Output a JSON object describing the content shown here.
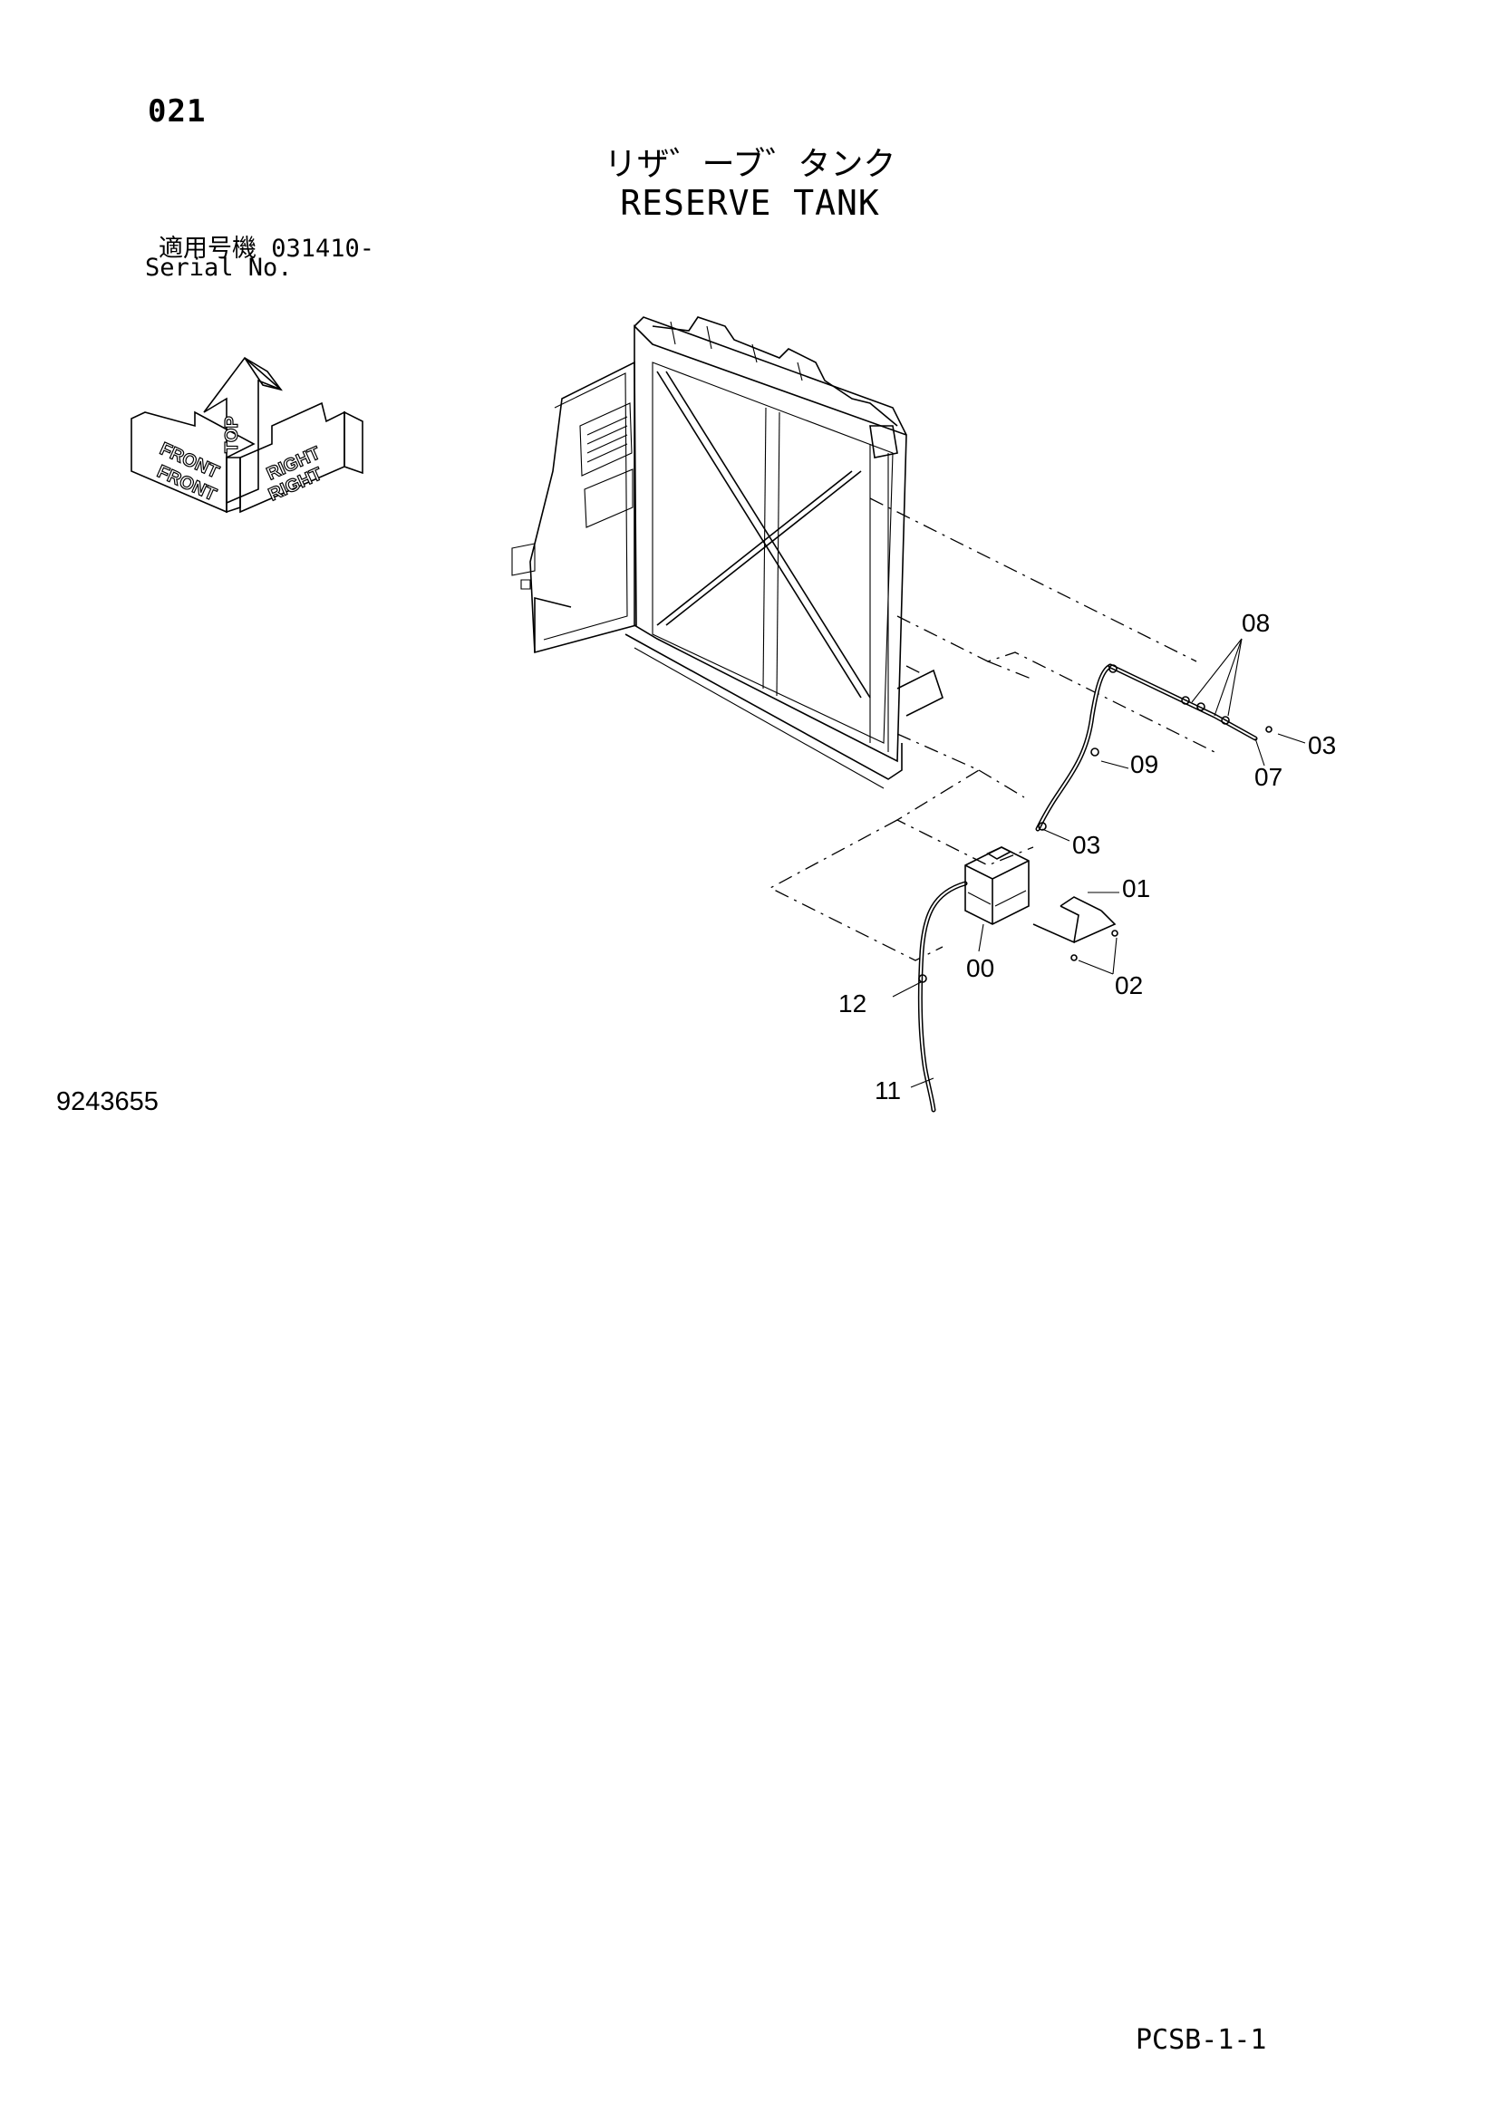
{
  "page_number": "021",
  "title_jp": "リザ゛ーブ゛タンク",
  "title_en": "RESERVE TANK",
  "serial_label_jp": "適用号機  031410-",
  "serial_label_en": "Serial No.",
  "figure_number": "9243655",
  "page_code": "PCSB-1-1",
  "orientation_arrow": {
    "front": "FRONT",
    "top": "TOP",
    "right": "RIGHT"
  },
  "part_labels": {
    "p00": "00",
    "p01": "01",
    "p02": "02",
    "p03_upper": "03",
    "p03_lower": "03",
    "p07": "07",
    "p08": "08",
    "p09": "09",
    "p11": "11",
    "p12": "12"
  }
}
